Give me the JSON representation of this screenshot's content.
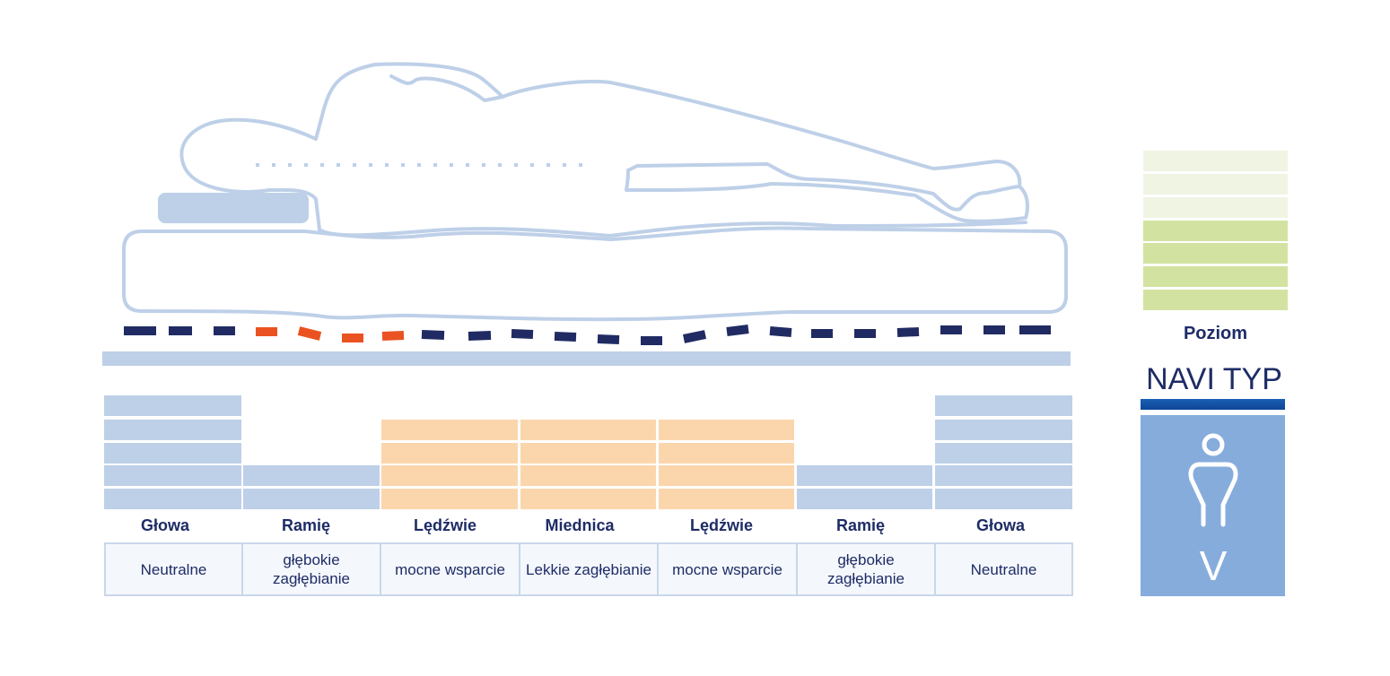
{
  "colors": {
    "outline": "#bed0e8",
    "pillow": "#bed0e8",
    "spine_dots": "#bed0e8",
    "dash_navy": "#202b63",
    "dash_orange": "#ea5321",
    "base_bar": "#bed0e8",
    "zone_blue": "#bed0e8",
    "zone_orange": "#fbd6ad",
    "label_text": "#1e2c66",
    "level_light": "#f0f4e3",
    "level_green": "#d2e3a1",
    "navi_box": "#86acdc"
  },
  "zones": [
    {
      "label": "Głowa",
      "description": "Neutralne",
      "level": 5,
      "color": "blue"
    },
    {
      "label": "Ramię",
      "description": "głębokie zagłębianie",
      "level": 2,
      "color": "blue"
    },
    {
      "label": "Lędźwie",
      "description": "mocne wsparcie",
      "level": 4,
      "color": "orange"
    },
    {
      "label": "Miednica",
      "description": "Lekkie zagłębianie",
      "level": 4,
      "color": "orange"
    },
    {
      "label": "Lędźwie",
      "description": "mocne wsparcie",
      "level": 4,
      "color": "orange"
    },
    {
      "label": "Ramię",
      "description": "głębokie zagłębianie",
      "level": 2,
      "color": "blue"
    },
    {
      "label": "Głowa",
      "description": "Neutralne",
      "level": 5,
      "color": "blue"
    }
  ],
  "level_scale": {
    "label": "Poziom",
    "total": 7,
    "active": 4
  },
  "navi": {
    "title": "NAVI TYP",
    "figure_icon": "human-figure-icon",
    "type_letter": "V"
  }
}
